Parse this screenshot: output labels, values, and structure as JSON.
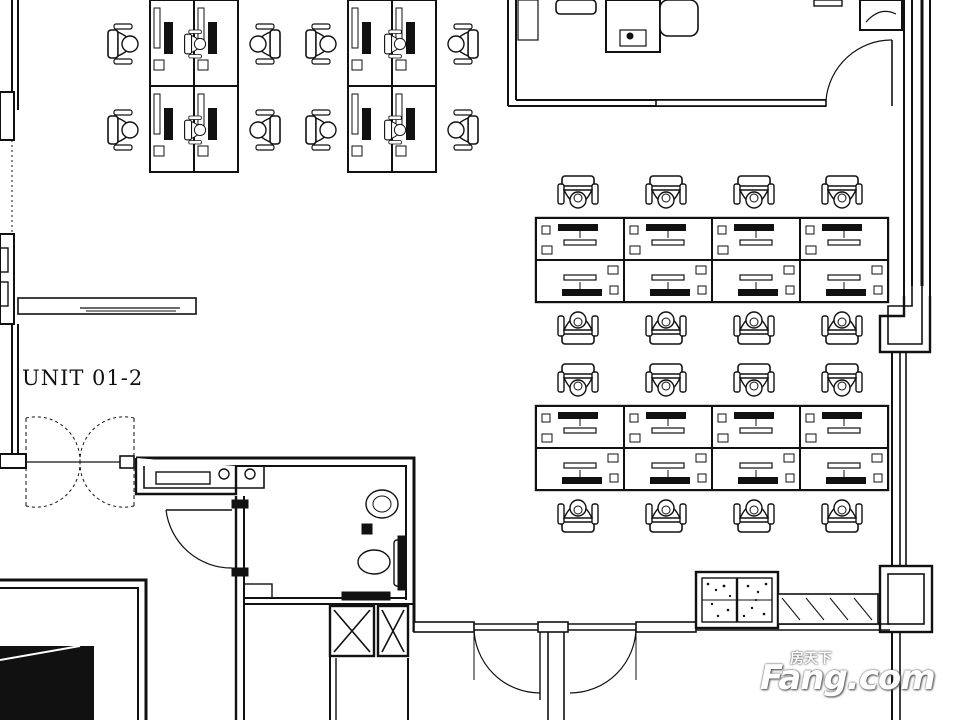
{
  "plan": {
    "unit_label": "UNIT 01-2",
    "colors": {
      "line": "#111111",
      "background": "#ffffff",
      "watermark": "#ffffff"
    }
  },
  "watermark": {
    "cn_text": "房天下",
    "main_text": "Fang.com"
  }
}
